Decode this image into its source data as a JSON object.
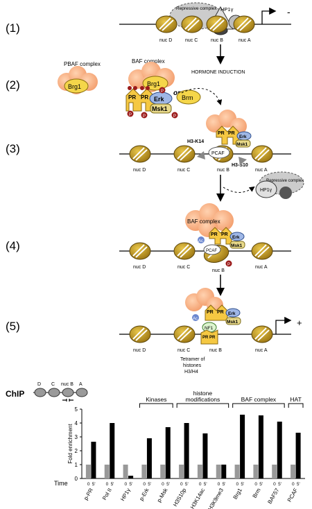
{
  "steps": [
    "(1)",
    "(2)",
    "(3)",
    "(4)",
    "(5)"
  ],
  "nucleosomes": {
    "a": "nuc A",
    "b": "nuc B",
    "c": "nuc C",
    "d": "nuc D"
  },
  "proteins": {
    "repressive_complex": "Repressive complex",
    "hp1": "HP1γ",
    "pbaf_complex": "PBAF complex",
    "baf_complex": "BAF complex",
    "brg1": "Brg1",
    "brm": "Brm",
    "or": "or",
    "erk": "Erk",
    "msk1": "Msk1",
    "pcaf": "PCAF",
    "nf1": "NF1",
    "pr": "PR",
    "p": "P",
    "ac": "Ac"
  },
  "annotations": {
    "hormone_induction": "HORMONE INDUCTION",
    "h3k14": "H3-K14",
    "h3s10": "H3-S10",
    "tetramer": [
      "Tetramer of",
      "histones",
      "H3/H4"
    ],
    "minus": "-",
    "plus": "+"
  },
  "chip": {
    "label": "ChIP",
    "map_labels": [
      "D",
      "C",
      "nuc B",
      "A"
    ]
  },
  "chart_data": {
    "type": "bar",
    "ylabel": "Fold enrichment",
    "ylim": [
      0,
      5
    ],
    "yticks": [
      0,
      1,
      2,
      3,
      4,
      5
    ],
    "time_label": "Time",
    "time_points": [
      "0",
      "5'"
    ],
    "categories": [
      "p-PR",
      "Pol II",
      "HP1γ",
      "p-Erk",
      "p-Msk",
      "H3S10p",
      "H3K14ac",
      "H3K9me3",
      "Brg1",
      "Brm",
      "BAF57",
      "PCAF"
    ],
    "series": [
      {
        "time": "0",
        "color": "#999999",
        "values": [
          1,
          1,
          1,
          1,
          1,
          1,
          1,
          1,
          1,
          1,
          1,
          1
        ]
      },
      {
        "time": "5'",
        "color": "#000000",
        "values": [
          2.65,
          4.0,
          0.2,
          2.9,
          3.7,
          4.0,
          3.25,
          1.0,
          4.6,
          4.55,
          4.1,
          3.3
        ]
      }
    ],
    "groups": [
      {
        "label": [
          "Kinases"
        ],
        "from": 3,
        "to": 4
      },
      {
        "label": [
          "histone",
          "modifications"
        ],
        "from": 5,
        "to": 7
      },
      {
        "label": [
          "BAF complex"
        ],
        "from": 8,
        "to": 10
      },
      {
        "label": [
          "HAT"
        ],
        "from": 11,
        "to": 11
      }
    ]
  }
}
